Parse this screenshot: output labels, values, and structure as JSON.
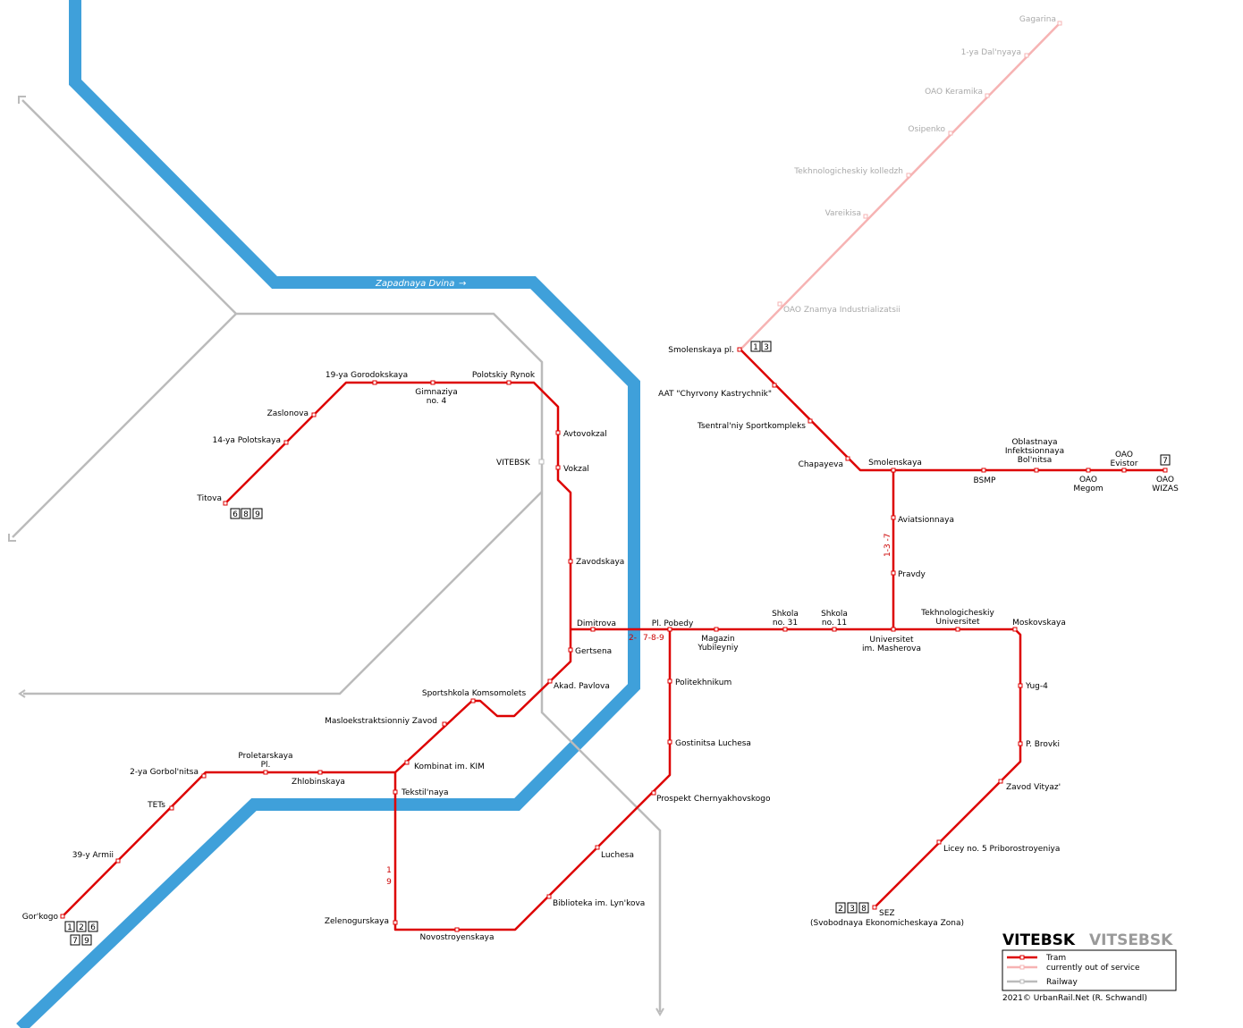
{
  "title": "VITEBSK",
  "title_alt": "VITSEBSK",
  "river_label": "Zapadnaya Dvina",
  "river_arrow": "→",
  "railway_station": "VITEBSK",
  "colors": {
    "tram": "#dd0000",
    "out_of_service": "#f6b3b3",
    "railway": "#bbbbbb",
    "river": "#3fa0da"
  },
  "stations": {
    "gagarina": "Gagarina",
    "dalnyaya": "1-ya Dal'nyaya",
    "keramika": "OAO Keramika",
    "osipenko": "Osipenko",
    "tekhkolledzh": "Tekhnologicheskiy kolledzh",
    "vareikisa": "Vareikisa",
    "znamya": "OAO Znamya Industrializatsii",
    "smolenskaya_pl": "Smolenskaya pl.",
    "kastrychnik": "AAT \"Chyrvony Kastrychnik\"",
    "sportkompleks": "Tsentral'niy Sportkompleks",
    "chapayeva": "Chapayeva",
    "smolenskaya": "Smolenskaya",
    "bsmp": "BSMP",
    "bolnitsa": "Oblastnaya\nInfektsionnaya\nBol'nitsa",
    "megom": "OAO\nMegom",
    "evistor": "OAO\nEvistor",
    "wizas": "OAO\nWIZAS",
    "aviatsionnaya": "Aviatsionnaya",
    "pravdy": "Pravdy",
    "gorodokskaya": "19-ya Gorodokskaya",
    "polotskiy_rynok": "Polotskiy Rynok",
    "gimnaziya": "Gimnaziya\nno. 4",
    "zaslonova": "Zaslonova",
    "polotskaya": "14-ya Polotskaya",
    "titova": "Titova",
    "avtovokzal": "Avtovokzal",
    "vokzal": "Vokzal",
    "zavodskaya": "Zavodskaya",
    "dimitrova": "Dimitrova",
    "pl_pobedy": "Pl. Pobedy",
    "magazin": "Magazin\nYubileyniy",
    "shkola31": "Shkola\nno. 31",
    "shkola11": "Shkola\nno. 11",
    "universitet": "Universitet\nim. Masherova",
    "tekh_universitet": "Tekhnologicheskiy\nUniversitet",
    "moskovskaya": "Moskovskaya",
    "gertsena": "Gertsena",
    "pavlova": "Akad. Pavlova",
    "sportshkola": "Sportshkola Komsomolets",
    "masloekstr": "Masloekstraktsionniy Zavod",
    "kim": "Kombinat im. KIM",
    "tekstilnaya": "Tekstil'naya",
    "proletarskaya": "Proletarskaya\nPl.",
    "zhlobinskaya": "Zhlobinskaya",
    "gorbolnitsa": "2-ya Gorbol'nitsa",
    "tets": "TETs",
    "armii": "39-y Armii",
    "gorkogo": "Gor'kogo",
    "zelenogurskaya": "Zelenogurskaya",
    "novostroyenskaya": "Novostroyenskaya",
    "politekhnikum": "Politekhnikum",
    "gostinitsa": "Gostinitsa Luchesa",
    "chernyakhovskogo": "Prospekt  Chernyakhovskogo",
    "luchesa": "Luchesa",
    "biblioteka": "Biblioteka im. Lyn'kova",
    "yug4": "Yug-4",
    "brovki": "P. Brovki",
    "vityaz": "Zavod Vityaz'",
    "licey": "Licey no. 5 Priborostroyeniya",
    "sez": "SEZ",
    "sez_full": "(Svobodnaya Ekonomicheskaya Zona)"
  },
  "route_labels": {
    "l1_3_7": "1-3 -7",
    "l2": "2-",
    "l7_8_9": "7-8-9",
    "l1": "1",
    "l9": "9"
  },
  "terminus_badges": {
    "smolenskaya_pl": [
      "1",
      "3"
    ],
    "wizas": [
      "7"
    ],
    "titova": [
      "6",
      "8",
      "9"
    ],
    "gorkogo": [
      "1",
      "2",
      "6",
      "7",
      "9"
    ],
    "sez": [
      "2",
      "3",
      "8"
    ]
  },
  "legend": {
    "tram": "Tram",
    "out_of_service": "currently out of service",
    "railway": "Railway"
  },
  "credit": "2021© UrbanRail.Net (R. Schwandl)"
}
